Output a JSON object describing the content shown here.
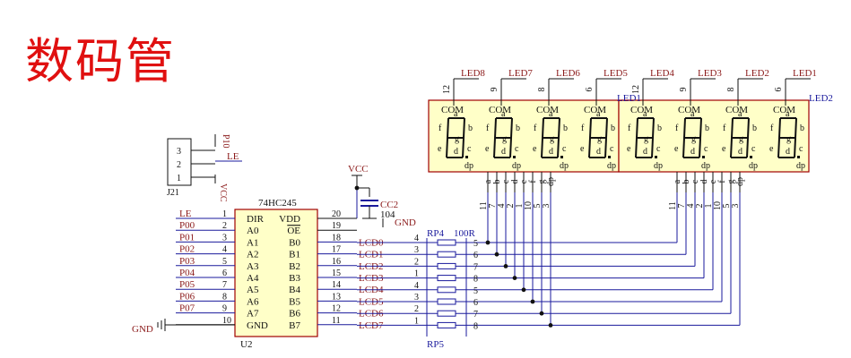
{
  "title": "数码管",
  "display": {
    "digit_labels": [
      "LED8",
      "LED7",
      "LED6",
      "LED5",
      "LED4",
      "LED3",
      "LED2",
      "LED1"
    ],
    "com_pins": [
      "12",
      "9",
      "8",
      "6",
      "12",
      "9",
      "8",
      "6"
    ],
    "com_label": "COM",
    "seg_letters": {
      "a": "a",
      "b": "b",
      "c": "c",
      "d": "d",
      "e": "e",
      "f": "f",
      "g": "g",
      "dp": "dp"
    },
    "net_left": "LED1",
    "net_right": "LED2",
    "bottom_letters": [
      "a",
      "b",
      "c",
      "d",
      "e",
      "f",
      "g",
      "dp"
    ],
    "bottom_pins": [
      "11",
      "7",
      "4",
      "2",
      "1",
      "10",
      "5",
      "3"
    ]
  },
  "j21": {
    "ref": "J21",
    "pins": [
      "3",
      "2",
      "1"
    ],
    "nets": [
      "P10",
      "LE",
      "VCC"
    ]
  },
  "vcc": {
    "label": "VCC",
    "cap": "CC2",
    "cap_value": "104",
    "gnd": "GND"
  },
  "u2": {
    "part": "74HC245",
    "ref": "U2",
    "left": [
      {
        "net": "LE",
        "num": "1",
        "pin": "DIR"
      },
      {
        "net": "P00",
        "num": "2",
        "pin": "A0"
      },
      {
        "net": "P01",
        "num": "3",
        "pin": "A1"
      },
      {
        "net": "P02",
        "num": "4",
        "pin": "A2"
      },
      {
        "net": "P03",
        "num": "5",
        "pin": "A3"
      },
      {
        "net": "P04",
        "num": "6",
        "pin": "A4"
      },
      {
        "net": "P05",
        "num": "7",
        "pin": "A5"
      },
      {
        "net": "P06",
        "num": "8",
        "pin": "A6"
      },
      {
        "net": "P07",
        "num": "9",
        "pin": "A7"
      },
      {
        "net": "",
        "num": "10",
        "pin": "GND"
      }
    ],
    "right": [
      {
        "net": "",
        "num": "20",
        "pin": "VDD"
      },
      {
        "net": "",
        "num": "19",
        "pin": "OE"
      },
      {
        "net": "LCD0",
        "num": "18",
        "pin": "B0"
      },
      {
        "net": "LCD1",
        "num": "17",
        "pin": "B1"
      },
      {
        "net": "LCD2",
        "num": "16",
        "pin": "B2"
      },
      {
        "net": "LCD3",
        "num": "15",
        "pin": "B3"
      },
      {
        "net": "LCD4",
        "num": "14",
        "pin": "B4"
      },
      {
        "net": "LCD5",
        "num": "13",
        "pin": "B5"
      },
      {
        "net": "LCD6",
        "num": "12",
        "pin": "B6"
      },
      {
        "net": "LCD7",
        "num": "11",
        "pin": "B7"
      }
    ],
    "gnd": "GND"
  },
  "rpack": {
    "rp4": "RP4",
    "rp5": "RP5",
    "value": "100R",
    "left_pins": [
      "4",
      "3",
      "2",
      "1",
      "4",
      "3",
      "2",
      "1"
    ],
    "right_pins": [
      "5",
      "6",
      "7",
      "8",
      "5",
      "6",
      "7",
      "8"
    ]
  },
  "colors": {
    "title": "#e01010",
    "net": "#8b1a1a",
    "wire": "#1a1a9c",
    "body": "#ffffc8",
    "body_stroke": "#a00000"
  }
}
